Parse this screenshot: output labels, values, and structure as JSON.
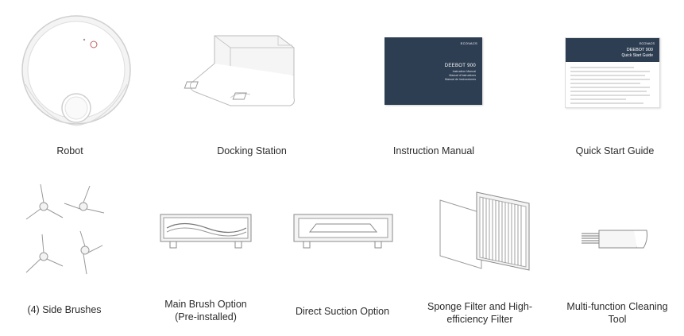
{
  "items": {
    "robot": "Robot",
    "docking_station": "Docking Station",
    "instruction_manual": "Instruction Manual",
    "quick_start_guide": "Quick Start Guide",
    "side_brushes": "(4) Side Brushes",
    "main_brush_line1": "Main Brush Option",
    "main_brush_line2": "(Pre-installed)",
    "direct_suction": "Direct Suction Option",
    "filter_line1": "Sponge Filter and High-",
    "filter_line2": "efficiency Filter",
    "tool_line1": "Multi-function Cleaning",
    "tool_line2": "Tool"
  },
  "manual": {
    "brand": "ECOVACS",
    "model": "DEEBOT 900",
    "lines": [
      "Instruction Manual",
      "Manuel d'instructions",
      "Manual de Instrucciones"
    ]
  },
  "guide": {
    "brand": "ECOVACS",
    "model": "DEEBOT 900",
    "subtitle": "Quick Start Guide"
  },
  "colors": {
    "manual_cover": "#2e3e52",
    "text": "#2b2b2b",
    "line_art": "#8a8a8a"
  }
}
